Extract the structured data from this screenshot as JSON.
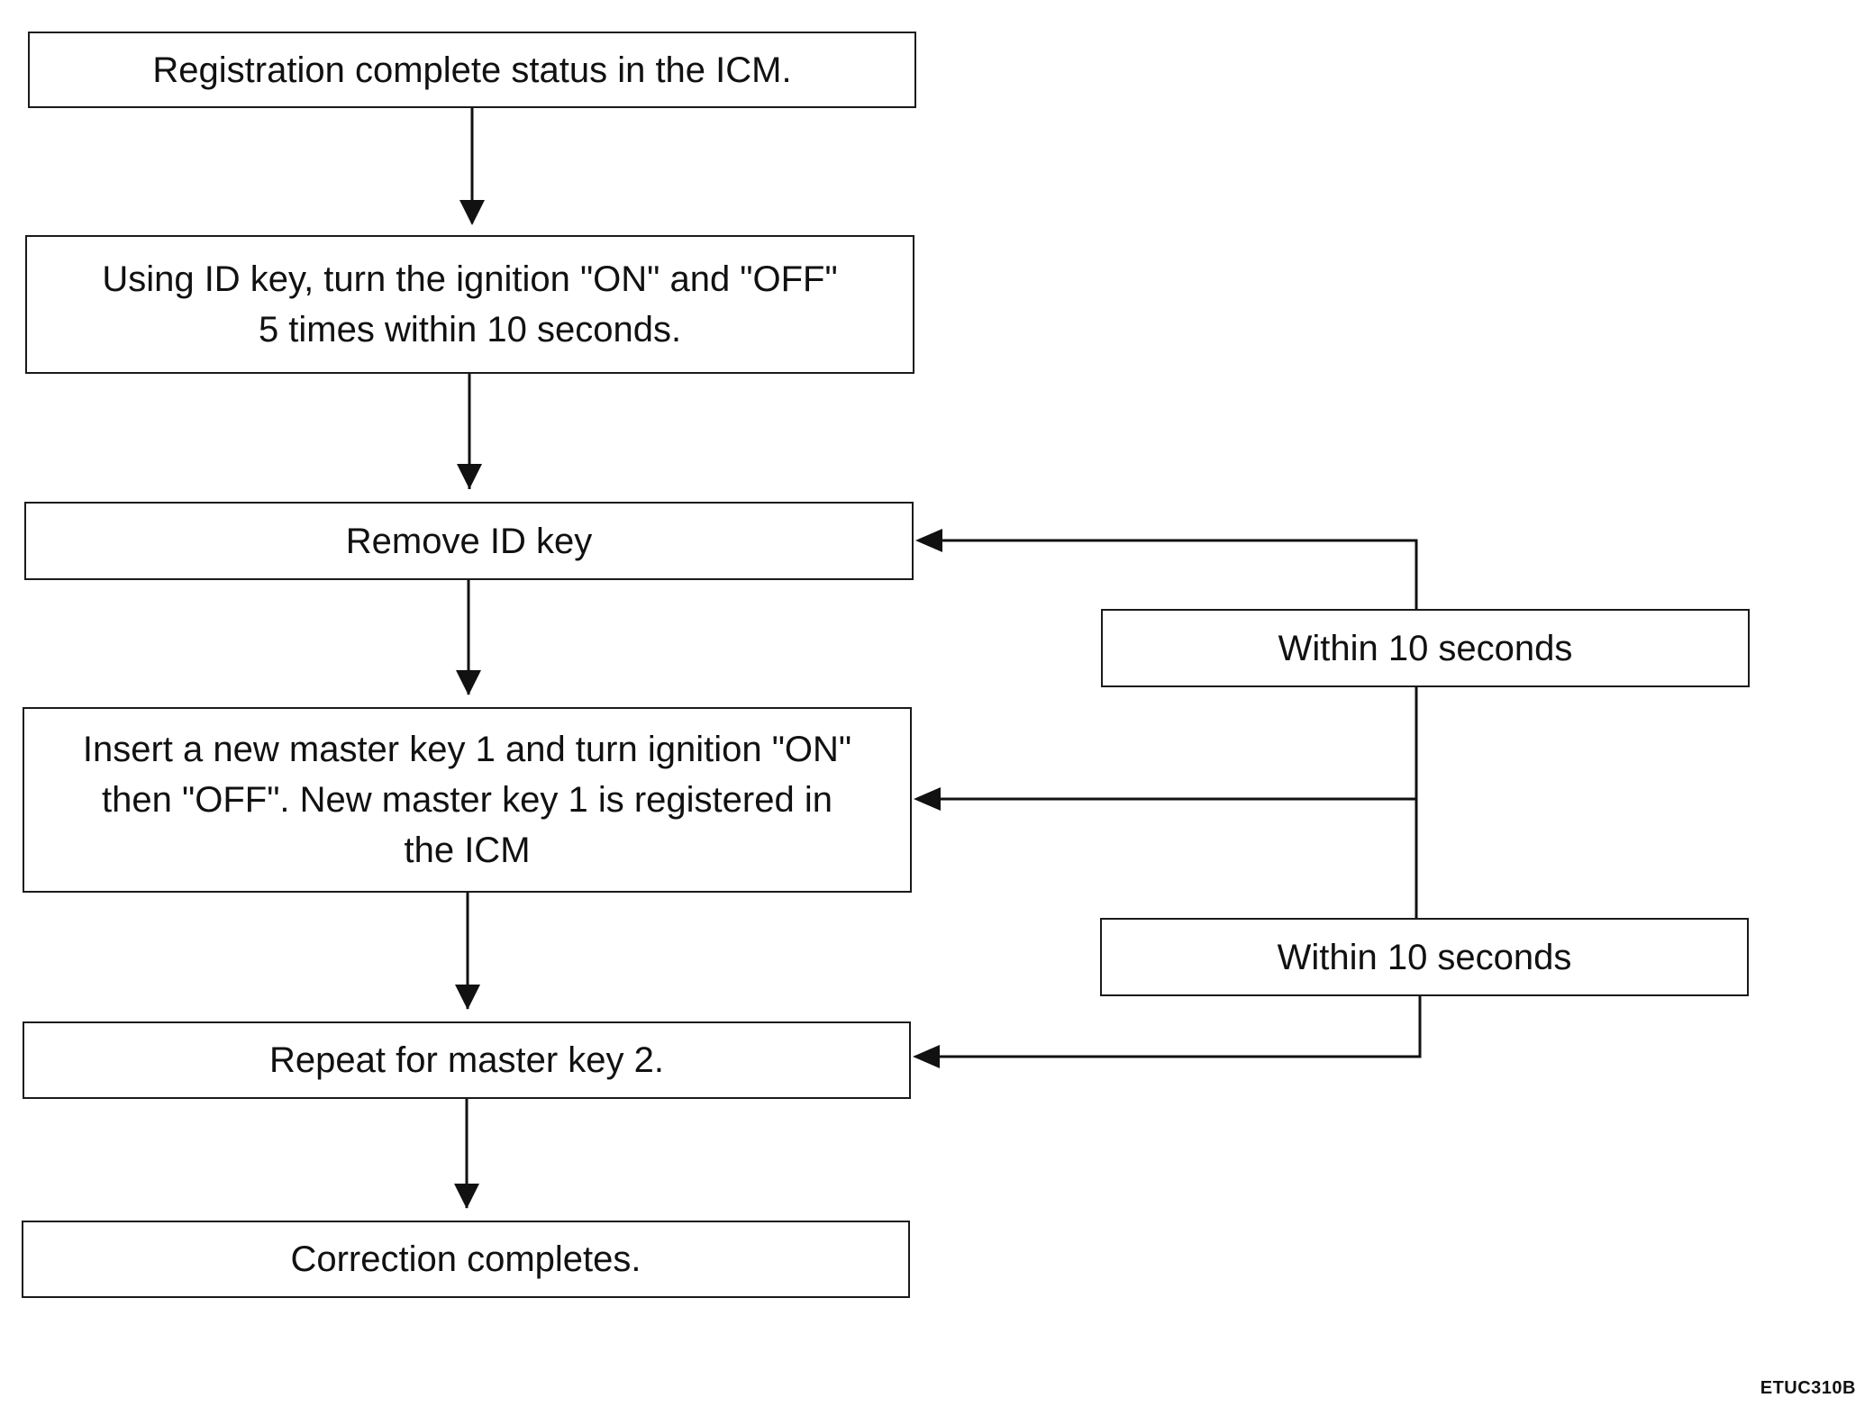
{
  "steps": {
    "s1": "Registration complete status in the ICM.",
    "s2_line1": "Using ID key, turn the ignition \"ON\" and \"OFF\"",
    "s2_line2": "5 times within 10 seconds.",
    "s3": "Remove ID key",
    "s4_line1": "Insert a new master key 1 and turn ignition \"ON\"",
    "s4_line2": "then \"OFF\". New master key 1 is registered in",
    "s4_line3": "the ICM",
    "s5": "Repeat for master key 2.",
    "s6": "Correction completes."
  },
  "conditions": {
    "c1": "Within 10 seconds",
    "c2": "Within 10 seconds"
  },
  "figure_code": "ETUC310B"
}
